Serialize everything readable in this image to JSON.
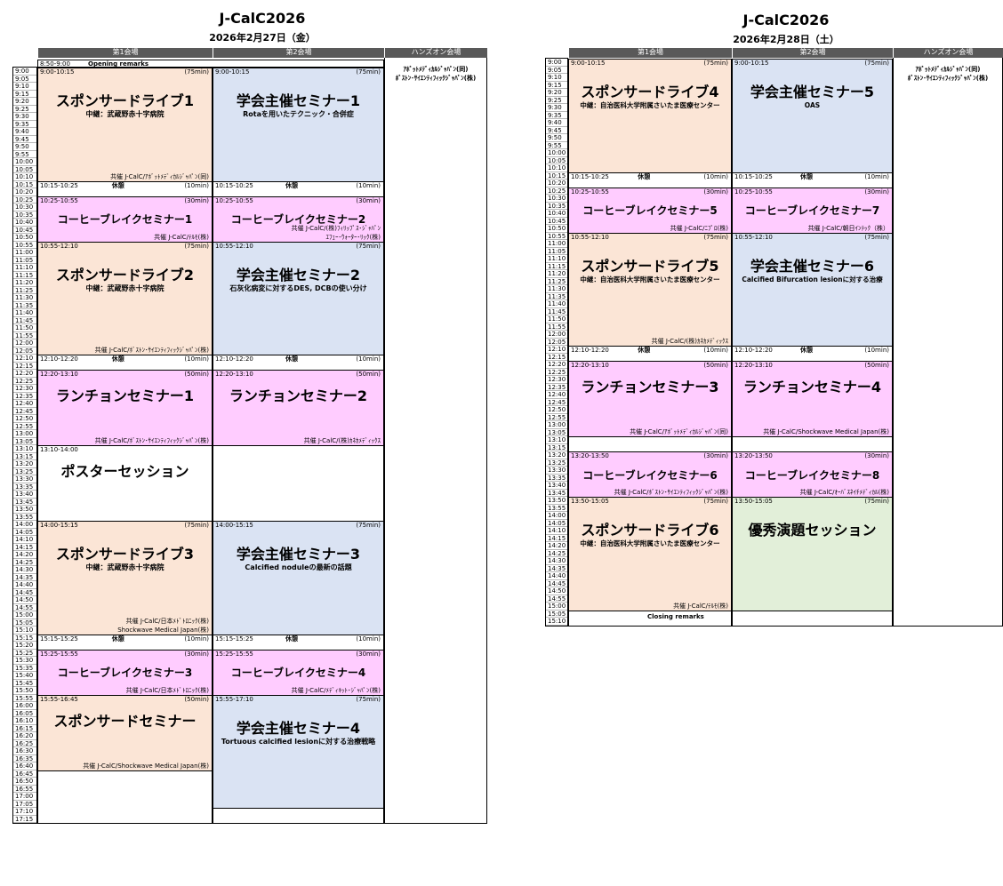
{
  "days": [
    {
      "title": "J-CalC2026",
      "date": "2026年2月27日（金）",
      "venue_headers": [
        "第1会場",
        "第2会場",
        "ハンズオン会場"
      ],
      "hands_on_lines": [
        "ｱﾎﾞｯﾄﾒﾃﾞｨｶﾙｼﾞｬﾊﾟﾝ(同)",
        "ﾎﾞｽﾄﾝ･ｻｲｴﾝﾃｨﾌｨｯｸｼﾞｬﾊﾟﾝ(株)"
      ],
      "time_labels": [
        "9:00",
        "9:05",
        "9:10",
        "9:15",
        "9:20",
        "9:25",
        "9:30",
        "9:35",
        "9:40",
        "9:45",
        "9:50",
        "9:55",
        "10:00",
        "10:05",
        "10:10",
        "10:15",
        "10:20",
        "10:25",
        "10:30",
        "10:35",
        "10:40",
        "10:45",
        "10:50",
        "10:55",
        "11:00",
        "11:05",
        "11:10",
        "11:15",
        "11:20",
        "11:25",
        "11:30",
        "11:35",
        "11:40",
        "11:45",
        "11:50",
        "11:55",
        "12:00",
        "12:05",
        "12:10",
        "12:15",
        "12:20",
        "12:25",
        "12:30",
        "12:35",
        "12:40",
        "12:45",
        "12:50",
        "12:55",
        "13:00",
        "13:05",
        "13:10",
        "13:15",
        "13:20",
        "13:25",
        "13:30",
        "13:35",
        "13:40",
        "13:45",
        "13:50",
        "13:55",
        "14:00",
        "14:05",
        "14:10",
        "14:15",
        "14:20",
        "14:25",
        "14:30",
        "14:35",
        "14:40",
        "14:45",
        "14:50",
        "14:55",
        "15:00",
        "15:05",
        "15:10",
        "15:15",
        "15:20",
        "15:25",
        "15:30",
        "15:35",
        "15:40",
        "15:45",
        "15:50",
        "15:55",
        "16:00",
        "16:05",
        "16:10",
        "16:15",
        "16:20",
        "16:25",
        "16:30",
        "16:35",
        "16:40",
        "16:45",
        "16:50",
        "16:55",
        "17:00",
        "17:05",
        "17:10",
        "17:15"
      ],
      "opening": {
        "time": "8:50-9:00",
        "label": "Opening remarks"
      },
      "sessions": [
        {
          "venue": 0,
          "start": "9:00",
          "end": "10:15",
          "time": "9:00-10:15",
          "duration": "(75min)",
          "title": "スポンサードライブ1",
          "subtitle": "中継：武蔵野赤十字病院",
          "cosponsor": [
            "共催 J-CalC/ｱﾎﾞｯﾄﾒﾃﾞｨｶﾙｼﾞｬﾊﾟﾝ(同)"
          ],
          "color": "#fbe5d6",
          "size": "big"
        },
        {
          "venue": 1,
          "start": "9:00",
          "end": "10:15",
          "time": "9:00-10:15",
          "duration": "(75min)",
          "title": "学会主催セミナー1",
          "subtitle": "Rotaを用いたテクニック・合併症",
          "cosponsor": [],
          "color": "#dae3f3",
          "size": "big"
        },
        {
          "venue": 0,
          "start": "10:15",
          "end": "10:25",
          "time": "10:15-10:25",
          "duration": "(10min)",
          "label": "休憩",
          "color": "#ffffff",
          "size": "break"
        },
        {
          "venue": 1,
          "start": "10:15",
          "end": "10:25",
          "time": "10:15-10:25",
          "duration": "(10min)",
          "label": "休憩",
          "color": "#ffffff",
          "size": "break"
        },
        {
          "venue": 0,
          "start": "10:25",
          "end": "10:55",
          "time": "10:25-10:55",
          "duration": "(30min)",
          "title": "コーヒーブレイクセミナー1",
          "subtitle": "",
          "cosponsor": [
            "共催 J-CalC/ﾃﾙﾓ(株)"
          ],
          "color": "#ffccff",
          "size": "small"
        },
        {
          "venue": 1,
          "start": "10:25",
          "end": "10:55",
          "time": "10:25-10:55",
          "duration": "(30min)",
          "title": "コーヒーブレイクセミナー2",
          "subtitle": "",
          "cosponsor": [
            "共催 J-CalC/(株)ﾌｨﾘｯﾌﾟｽ･ｼﾞｬﾊﾟﾝ",
            "ｴﾌｪｰ･ｳｫｰﾀｰ･ﾘｯｸ(株)"
          ],
          "color": "#ffccff",
          "size": "small"
        },
        {
          "venue": 0,
          "start": "10:55",
          "end": "12:10",
          "time": "10:55-12:10",
          "duration": "(75min)",
          "title": "スポンサードライブ2",
          "subtitle": "中継：武蔵野赤十字病院",
          "cosponsor": [
            "共催 J-CalC/ﾎﾞｽﾄﾝ･ｻｲｴﾝﾃｨﾌｨｯｸｼﾞｬﾊﾟﾝ(株)"
          ],
          "color": "#fbe5d6",
          "size": "big"
        },
        {
          "venue": 1,
          "start": "10:55",
          "end": "12:10",
          "time": "10:55-12:10",
          "duration": "(75min)",
          "title": "学会主催セミナー2",
          "subtitle": "石灰化病変に対するDES, DCBの使い分け",
          "cosponsor": [],
          "color": "#dae3f3",
          "size": "big"
        },
        {
          "venue": 0,
          "start": "12:10",
          "end": "12:20",
          "time": "12:10-12:20",
          "duration": "(10min)",
          "label": "休憩",
          "color": "#ffffff",
          "size": "break"
        },
        {
          "venue": 1,
          "start": "12:10",
          "end": "12:20",
          "time": "12:10-12:20",
          "duration": "(10min)",
          "label": "休憩",
          "color": "#ffffff",
          "size": "break"
        },
        {
          "venue": 0,
          "start": "12:20",
          "end": "13:10",
          "time": "12:20-13:10",
          "duration": "(50min)",
          "title": "ランチョンセミナー1",
          "subtitle": "",
          "cosponsor": [
            "共催 J-CalC/ﾎﾞｽﾄﾝ･ｻｲｴﾝﾃｨﾌｨｯｸｼﾞｬﾊﾟﾝ(株)"
          ],
          "color": "#ffccff",
          "size": "big"
        },
        {
          "venue": 1,
          "start": "12:20",
          "end": "13:10",
          "time": "12:20-13:10",
          "duration": "(50min)",
          "title": "ランチョンセミナー2",
          "subtitle": "",
          "cosponsor": [
            "共催 J-CalC/(株)ｶﾈｶﾒﾃﾞｨｯｸｽ"
          ],
          "color": "#ffccff",
          "size": "big"
        },
        {
          "venue": 0,
          "start": "13:10",
          "end": "14:00",
          "time": "13:10-14:00",
          "duration": "",
          "title": "ポスターセッション",
          "subtitle": "",
          "cosponsor": [],
          "color": "#ffffff",
          "size": "big"
        },
        {
          "venue": 1,
          "start": "13:10",
          "end": "14:00",
          "time": "",
          "duration": "",
          "title": "",
          "subtitle": "",
          "cosponsor": [],
          "color": "#ffffff",
          "size": "big"
        },
        {
          "venue": 0,
          "start": "14:00",
          "end": "15:15",
          "time": "14:00-15:15",
          "duration": "(75min)",
          "title": "スポンサードライブ3",
          "subtitle": "中継：武蔵野赤十字病院",
          "cosponsor": [
            "共催 J-CalC/日本ﾒﾄﾞﾄﾛﾆｯｸ(株)",
            "Shockwave Medical Japan(株)"
          ],
          "color": "#fbe5d6",
          "size": "big"
        },
        {
          "venue": 1,
          "start": "14:00",
          "end": "15:15",
          "time": "14:00-15:15",
          "duration": "(75min)",
          "title": "学会主催セミナー3",
          "subtitle": "Calcified noduleの最新の話題",
          "cosponsor": [],
          "color": "#dae3f3",
          "size": "big"
        },
        {
          "venue": 0,
          "start": "15:15",
          "end": "15:25",
          "time": "15:15-15:25",
          "duration": "(10min)",
          "label": "休憩",
          "color": "#ffffff",
          "size": "break"
        },
        {
          "venue": 1,
          "start": "15:15",
          "end": "15:25",
          "time": "15:15-15:25",
          "duration": "(10min)",
          "label": "休憩",
          "color": "#ffffff",
          "size": "break"
        },
        {
          "venue": 0,
          "start": "15:25",
          "end": "15:55",
          "time": "15:25-15:55",
          "duration": "(30min)",
          "title": "コーヒーブレイクセミナー3",
          "subtitle": "",
          "cosponsor": [
            "共催 J-CalC/日本ﾒﾄﾞﾄﾛﾆｯｸ(株)"
          ],
          "color": "#ffccff",
          "size": "small"
        },
        {
          "venue": 1,
          "start": "15:25",
          "end": "15:55",
          "time": "15:25-15:55",
          "duration": "(30min)",
          "title": "コーヒーブレイクセミナー4",
          "subtitle": "",
          "cosponsor": [
            "共催 J-CalC/ﾒﾃﾞｨｷｯﾄ･ｼﾞｬﾊﾟﾝ(株)"
          ],
          "color": "#ffccff",
          "size": "small"
        },
        {
          "venue": 0,
          "start": "15:55",
          "end": "16:45",
          "time": "15:55-16:45",
          "duration": "(50min)",
          "title": "スポンサードセミナー",
          "subtitle": "",
          "cosponsor": [
            "共催 J-CalC/Shockwave Medical Japan(株)"
          ],
          "color": "#fbe5d6",
          "size": "big"
        },
        {
          "venue": 1,
          "start": "15:55",
          "end": "17:10",
          "time": "15:55-17:10",
          "duration": "(75min)",
          "title": "学会主催セミナー4",
          "subtitle": "Tortuous calcified lesionに対する治療戦略",
          "cosponsor": [],
          "color": "#dae3f3",
          "size": "big"
        }
      ]
    },
    {
      "title": "J-CalC2026",
      "date": "2026年2月28日（土）",
      "venue_headers": [
        "第1会場",
        "第2会場",
        "ハンズオン会場"
      ],
      "hands_on_lines": [
        "ｱﾎﾞｯﾄﾒﾃﾞｨｶﾙｼﾞｬﾊﾟﾝ(同)",
        "ﾎﾞｽﾄﾝ･ｻｲｴﾝﾃｨﾌｨｯｸｼﾞｬﾊﾟﾝ(株)"
      ],
      "time_labels": [
        "9:00",
        "9:05",
        "9:10",
        "9:15",
        "9:20",
        "9:25",
        "9:30",
        "9:35",
        "9:40",
        "9:45",
        "9:50",
        "9:55",
        "10:00",
        "10:05",
        "10:10",
        "10:15",
        "10:20",
        "10:25",
        "10:30",
        "10:35",
        "10:40",
        "10:45",
        "10:50",
        "10:55",
        "11:00",
        "11:05",
        "11:10",
        "11:15",
        "11:20",
        "11:25",
        "11:30",
        "11:35",
        "11:40",
        "11:45",
        "11:50",
        "11:55",
        "12:00",
        "12:05",
        "12:10",
        "12:15",
        "12:20",
        "12:25",
        "12:30",
        "12:35",
        "12:40",
        "12:45",
        "12:50",
        "12:55",
        "13:00",
        "13:05",
        "13:10",
        "13:15",
        "13:20",
        "13:25",
        "13:30",
        "13:35",
        "13:40",
        "13:45",
        "13:50",
        "13:55",
        "14:00",
        "14:05",
        "14:10",
        "14:15",
        "14:20",
        "14:25",
        "14:30",
        "14:35",
        "14:40",
        "14:45",
        "14:50",
        "14:55",
        "15:00",
        "15:05",
        "15:10"
      ],
      "closing": {
        "label": "Closing remarks"
      },
      "sessions": [
        {
          "venue": 0,
          "start": "9:00",
          "end": "10:15",
          "time": "9:00-10:15",
          "duration": "(75min)",
          "title": "スポンサードライブ4",
          "subtitle": "中継：自治医科大学附属さいたま医療センター",
          "cosponsor": [],
          "color": "#fbe5d6",
          "size": "big"
        },
        {
          "venue": 1,
          "start": "9:00",
          "end": "10:15",
          "time": "9:00-10:15",
          "duration": "(75min)",
          "title": "学会主催セミナー5",
          "subtitle": "OAS",
          "cosponsor": [],
          "color": "#dae3f3",
          "size": "big"
        },
        {
          "venue": 0,
          "start": "10:15",
          "end": "10:25",
          "time": "10:15-10:25",
          "duration": "(10min)",
          "label": "休憩",
          "color": "#ffffff",
          "size": "break"
        },
        {
          "venue": 1,
          "start": "10:15",
          "end": "10:25",
          "time": "10:15-10:25",
          "duration": "(10min)",
          "label": "休憩",
          "color": "#ffffff",
          "size": "break"
        },
        {
          "venue": 0,
          "start": "10:25",
          "end": "10:55",
          "time": "10:25-10:55",
          "duration": "(30min)",
          "title": "コーヒーブレイクセミナー5",
          "subtitle": "",
          "cosponsor": [
            "共催 J-CalC/ﾆﾌﾟﾛ(株)"
          ],
          "color": "#ffccff",
          "size": "small"
        },
        {
          "venue": 1,
          "start": "10:25",
          "end": "10:55",
          "time": "10:25-10:55",
          "duration": "(30min)",
          "title": "コーヒーブレイクセミナー7",
          "subtitle": "",
          "cosponsor": [
            "共催 J-CalC/朝日ｲﾝﾃｯｸ（株）"
          ],
          "color": "#ffccff",
          "size": "small"
        },
        {
          "venue": 0,
          "start": "10:55",
          "end": "12:10",
          "time": "10:55-12:10",
          "duration": "(75min)",
          "title": "スポンサードライブ5",
          "subtitle": "中継：自治医科大学附属さいたま医療センター",
          "cosponsor": [
            "共催 J-CalC/(株)ｶﾈｶﾒﾃﾞｨｯｸｽ"
          ],
          "color": "#fbe5d6",
          "size": "big"
        },
        {
          "venue": 1,
          "start": "10:55",
          "end": "12:10",
          "time": "10:55-12:10",
          "duration": "(75min)",
          "title": "学会主催セミナー6",
          "subtitle": "Calcified Bifurcation lesionに対する治療",
          "cosponsor": [],
          "color": "#dae3f3",
          "size": "big"
        },
        {
          "venue": 0,
          "start": "12:10",
          "end": "12:20",
          "time": "12:10-12:20",
          "duration": "(10min)",
          "label": "休憩",
          "color": "#ffffff",
          "size": "break"
        },
        {
          "venue": 1,
          "start": "12:10",
          "end": "12:20",
          "time": "12:10-12:20",
          "duration": "(10min)",
          "label": "休憩",
          "color": "#ffffff",
          "size": "break"
        },
        {
          "venue": 0,
          "start": "12:20",
          "end": "13:10",
          "time": "12:20-13:10",
          "duration": "(50min)",
          "title": "ランチョンセミナー3",
          "subtitle": "",
          "cosponsor": [
            "共催 J-CalC/ｱﾎﾞｯﾄﾒﾃﾞｨｶﾙｼﾞｬﾊﾟﾝ(同)"
          ],
          "color": "#ffccff",
          "size": "big"
        },
        {
          "venue": 1,
          "start": "12:20",
          "end": "13:10",
          "time": "12:20-13:10",
          "duration": "(50min)",
          "title": "ランチョンセミナー4",
          "subtitle": "",
          "cosponsor": [
            "共催 J-CalC/Shockwave Medical Japan(株)"
          ],
          "color": "#ffccff",
          "size": "big"
        },
        {
          "venue": 0,
          "start": "13:20",
          "end": "13:50",
          "time": "13:20-13:50",
          "duration": "(30min)",
          "title": "コーヒーブレイクセミナー6",
          "subtitle": "",
          "cosponsor": [
            "共催 J-CalC/ﾎﾞｽﾄﾝ･ｻｲｴﾝﾃｨﾌｨｯｸｼﾞｬﾊﾟﾝ(株)"
          ],
          "color": "#ffccff",
          "size": "small"
        },
        {
          "venue": 1,
          "start": "13:20",
          "end": "13:50",
          "time": "13:20-13:50",
          "duration": "(30min)",
          "title": "コーヒーブレイクセミナー8",
          "subtitle": "",
          "cosponsor": [
            "共催 J-CalC/ｵｰﾊﾞｽﾈｲﾁﾒﾃﾞｨｶﾙ(株)"
          ],
          "color": "#ffccff",
          "size": "small"
        },
        {
          "venue": 0,
          "start": "13:50",
          "end": "15:05",
          "time": "13:50-15:05",
          "duration": "(75min)",
          "title": "スポンサードライブ6",
          "subtitle": "中継：自治医科大学附属さいたま医療センター",
          "cosponsor": [
            "共催 J-CalC/ﾃﾙﾓ(株)"
          ],
          "color": "#fbe5d6",
          "size": "big"
        },
        {
          "venue": 1,
          "start": "13:50",
          "end": "15:05",
          "time": "13:50-15:05",
          "duration": "(75min)",
          "title": "優秀演題セッション",
          "subtitle": "",
          "cosponsor": [],
          "color": "#e2efd9",
          "size": "big"
        }
      ]
    }
  ]
}
